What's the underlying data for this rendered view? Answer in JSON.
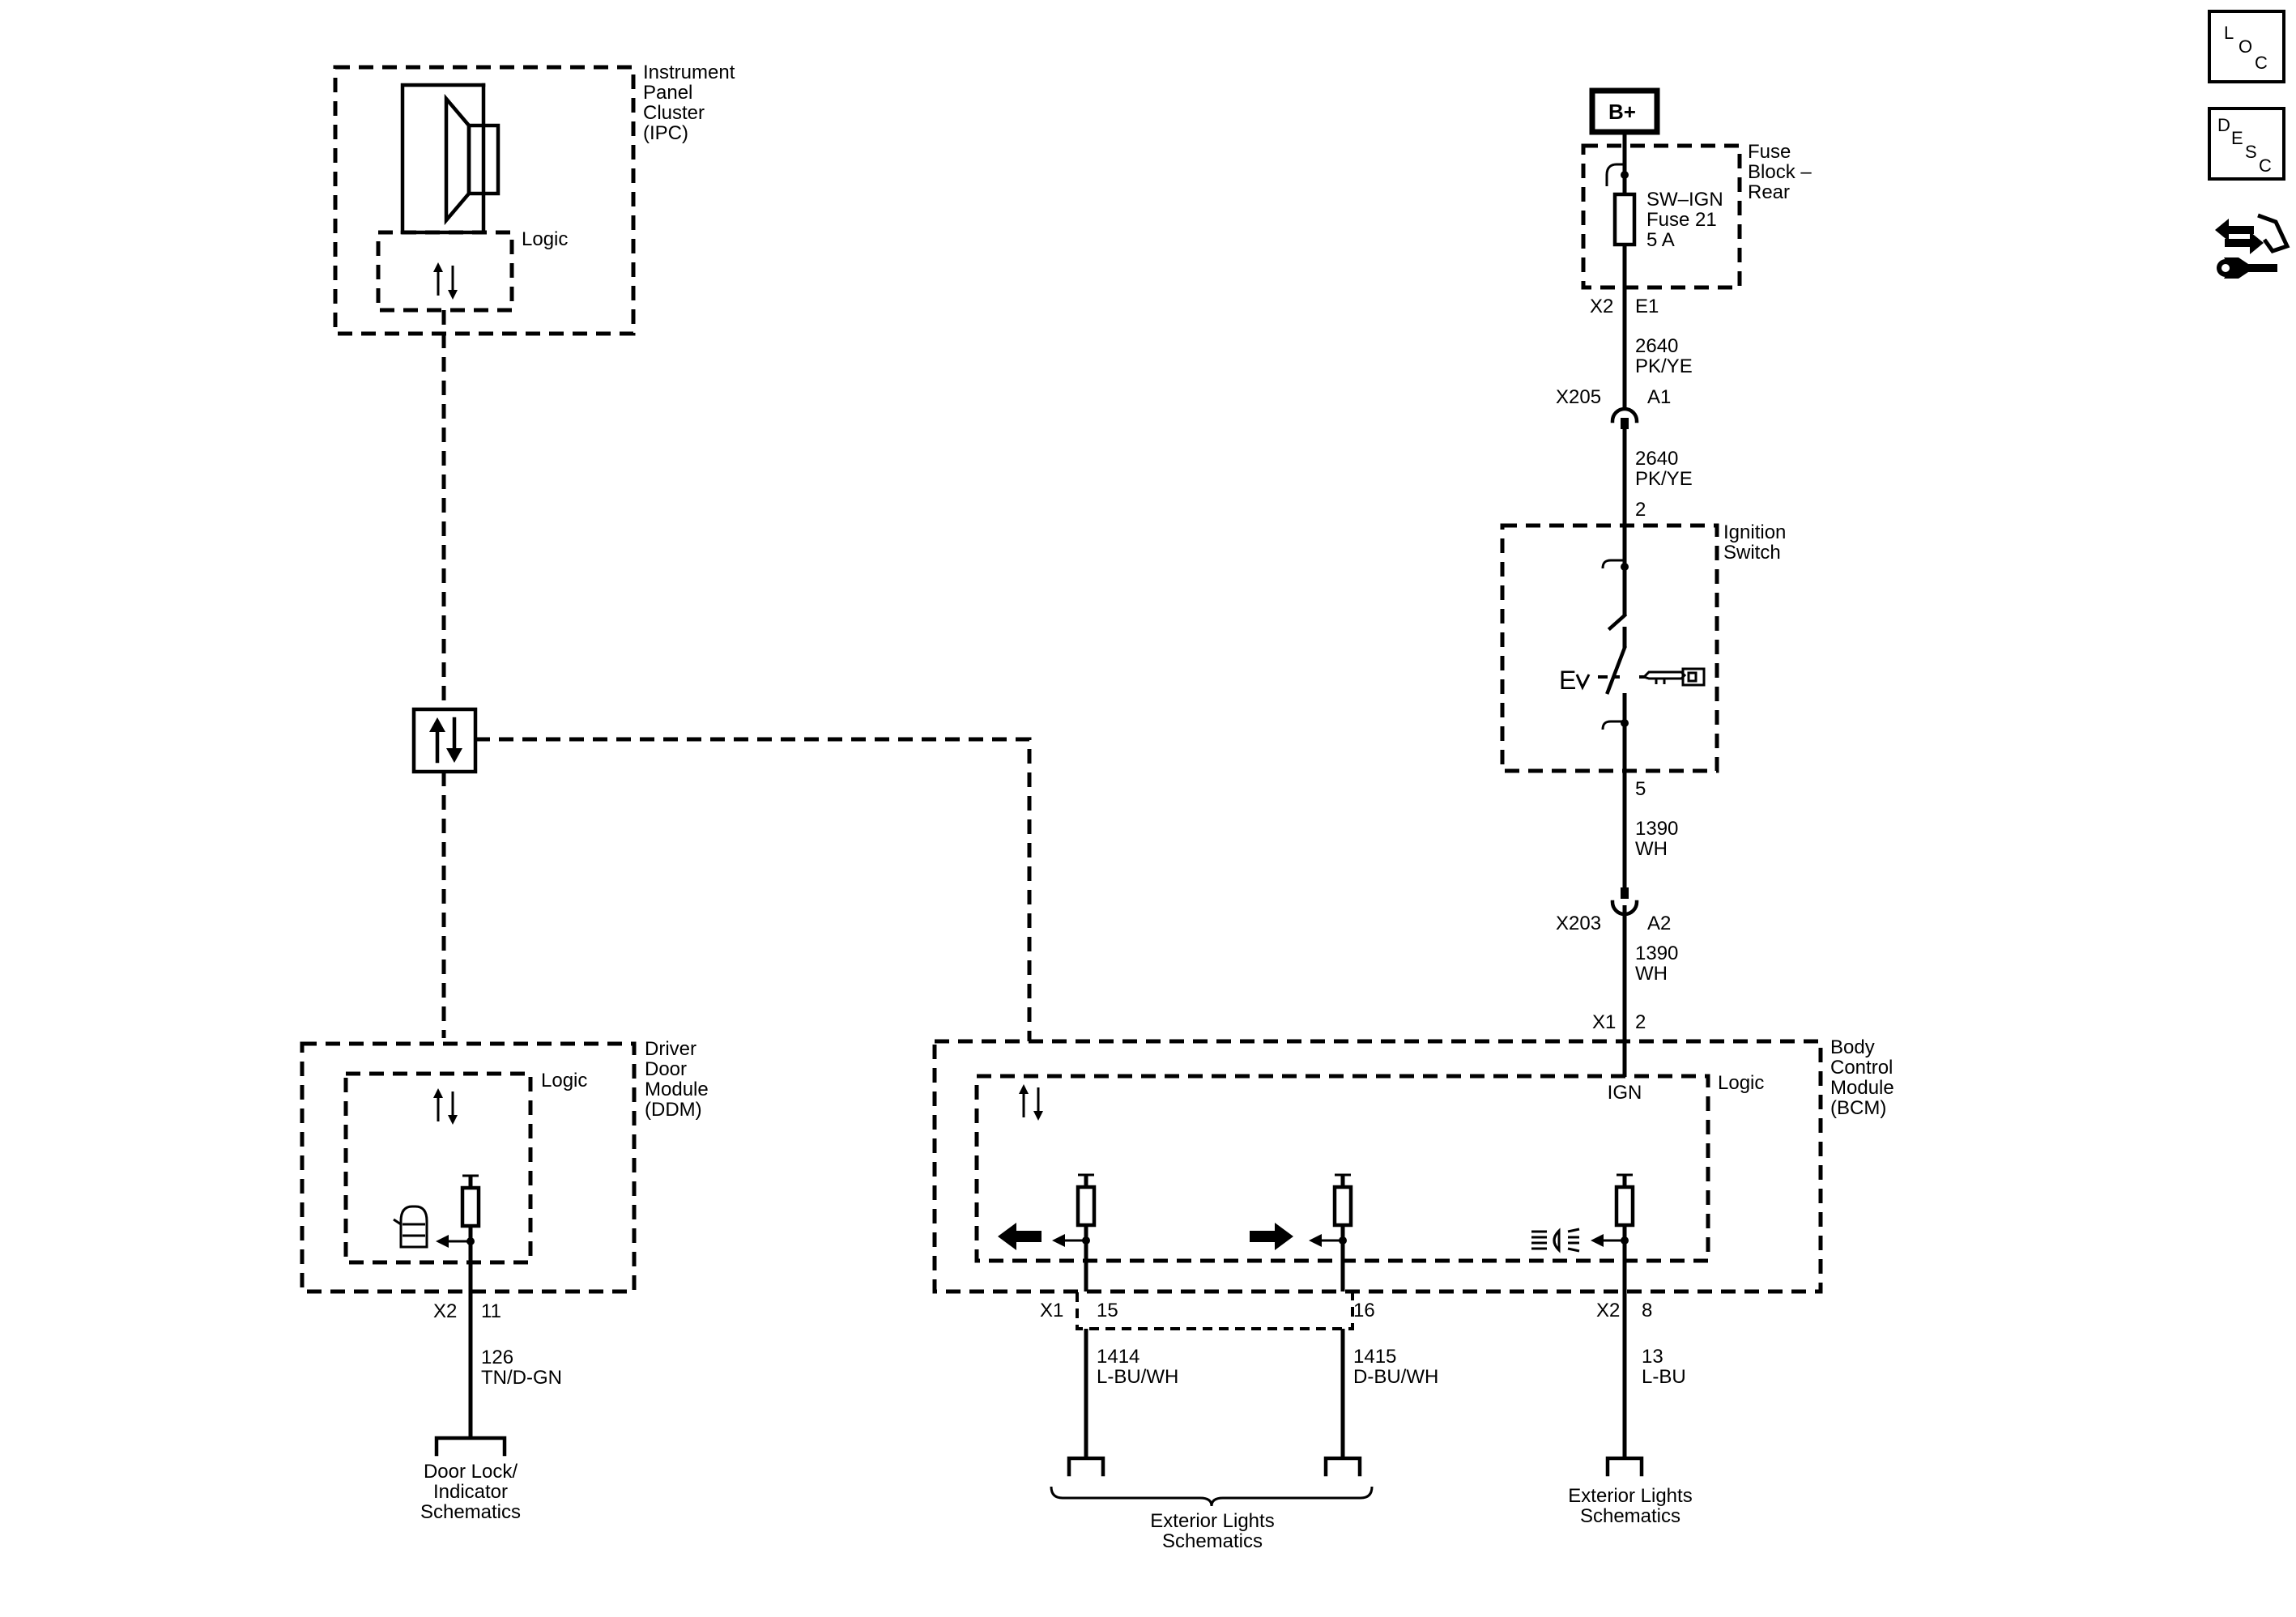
{
  "modules": {
    "ipc": {
      "name": "Instrument Panel Cluster (IPC)",
      "lines": [
        "Instrument",
        "Panel",
        "Cluster",
        "(IPC)"
      ],
      "logic_label": "Logic"
    },
    "fuse_block": {
      "lines": [
        "Fuse",
        "Block –",
        "Rear"
      ],
      "fuse_lines": [
        "SW–IGN",
        "Fuse 21",
        "5 A"
      ]
    },
    "ignition_switch": {
      "lines": [
        "Ignition",
        "Switch"
      ]
    },
    "ddm": {
      "lines": [
        "Driver",
        "Door",
        "Module",
        "(DDM)"
      ],
      "logic_label": "Logic"
    },
    "bcm": {
      "lines": [
        "Body",
        "Control",
        "Module",
        "(BCM)"
      ],
      "logic_label": "Logic",
      "ign_label": "IGN"
    }
  },
  "power": {
    "label": "B+"
  },
  "connectors": {
    "fuse_out": {
      "conn": "X2",
      "pin": "E1"
    },
    "x205": {
      "conn": "X205",
      "pin": "A1"
    },
    "ign_in_pin": "2",
    "ign_out_pin": "5",
    "x203": {
      "conn": "X203",
      "pin": "A2"
    },
    "bcm_ign": {
      "conn": "X1",
      "pin": "2"
    },
    "ddm_out": {
      "conn": "X2",
      "pin": "11"
    },
    "bcm_x1": {
      "conn": "X1",
      "pin_left": "15",
      "pin_right": "16"
    },
    "bcm_x2": {
      "conn": "X2",
      "pin": "8"
    }
  },
  "wires": [
    {
      "id": "w1",
      "circuit": "2640",
      "color": "PK/YE"
    },
    {
      "id": "w2",
      "circuit": "2640",
      "color": "PK/YE"
    },
    {
      "id": "w3",
      "circuit": "1390",
      "color": "WH"
    },
    {
      "id": "w4",
      "circuit": "1390",
      "color": "WH"
    },
    {
      "id": "w5",
      "circuit": "126",
      "color": "TN/D-GN"
    },
    {
      "id": "w6",
      "circuit": "1414",
      "color": "L-BU/WH"
    },
    {
      "id": "w7",
      "circuit": "1415",
      "color": "D-BU/WH"
    },
    {
      "id": "w8",
      "circuit": "13",
      "color": "L-BU"
    }
  ],
  "references": {
    "door_lock": [
      "Door Lock/",
      "Indicator",
      "Schematics"
    ],
    "ext_lights_pair": [
      "Exterior Lights",
      "Schematics"
    ],
    "ext_lights_single": [
      "Exterior Lights",
      "Schematics"
    ]
  },
  "side_buttons": {
    "loc": {
      "letters": [
        "L",
        "O",
        "C"
      ]
    },
    "desc": {
      "letters": [
        "D",
        "E",
        "S",
        "C"
      ]
    },
    "nav_icon": "connector-tool-icon"
  },
  "icons": {
    "ipc": "speaker-icon",
    "ddm": "door-ajar-car-icon",
    "bcm_left": "left-turn-arrow-icon",
    "bcm_mid": "right-turn-arrow-icon",
    "bcm_right": "headlamp-icon",
    "ignition": "key-icon",
    "serial_data": "serial-data-icon"
  }
}
